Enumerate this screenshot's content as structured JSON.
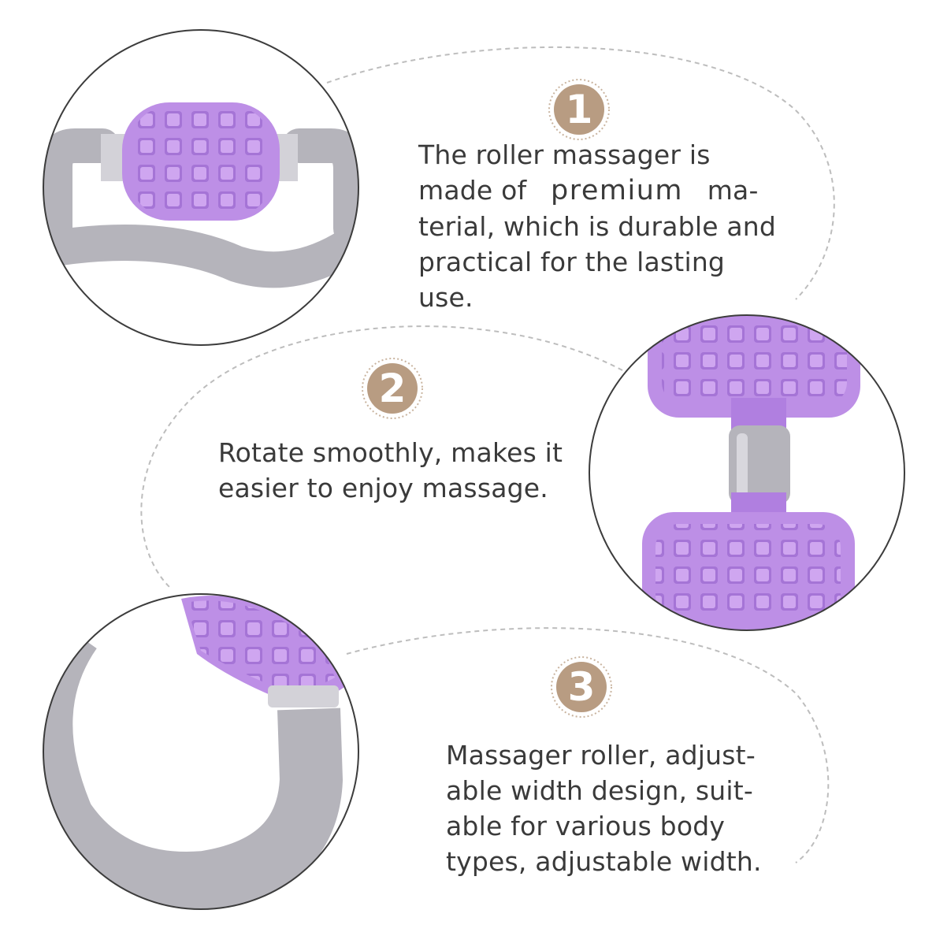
{
  "theme": {
    "badge_fill": "#b89c82",
    "badge_ring": "#c9b49f",
    "roller_purple": "#bd8fe6",
    "roller_purple_shade": "#a574d6",
    "handle_gray": "#b5b4bb",
    "handle_gray_shade": "#9e9da6",
    "circle_outline": "#3c3c3c",
    "dashed_line": "#bdbdbd"
  },
  "features": [
    {
      "number": "1",
      "lines": [
        "The roller massager is",
        "made of",
        "premium",
        "ma-",
        "terial, which is durable and",
        "practical for the lasting",
        "use."
      ],
      "image": "roller-with-handle-closeup"
    },
    {
      "number": "2",
      "lines": [
        "Rotate smoothly, makes it",
        "easier to enjoy massage."
      ],
      "image": "roller-wheels-axle-closeup"
    },
    {
      "number": "3",
      "lines": [
        "Massager roller, adjust-",
        "able width design, suit-",
        "able for various body",
        "types, adjustable width."
      ],
      "image": "curved-handle-closeup"
    }
  ]
}
